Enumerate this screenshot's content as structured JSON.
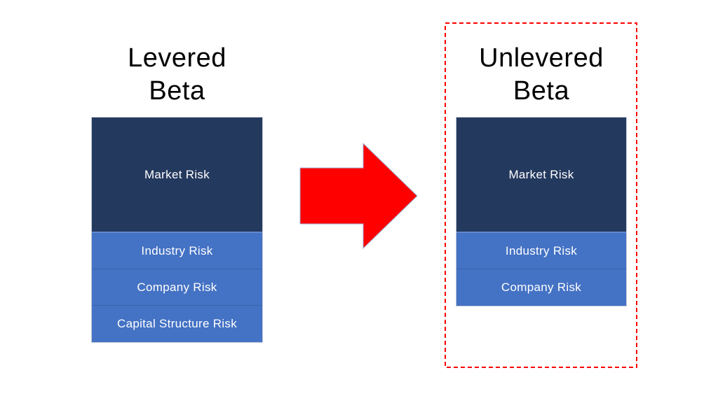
{
  "diagram": {
    "left": {
      "title": "Levered\nBeta",
      "segments": [
        {
          "label": "Market Risk"
        },
        {
          "label": "Industry Risk"
        },
        {
          "label": "Company Risk"
        },
        {
          "label": "Capital Structure Risk"
        }
      ]
    },
    "right": {
      "title": "Unlevered\nBeta",
      "segments": [
        {
          "label": "Market Risk"
        },
        {
          "label": "Industry Risk"
        },
        {
          "label": "Company Risk"
        }
      ]
    },
    "arrow": {
      "direction": "right"
    },
    "colors": {
      "background": "#FFFFFF",
      "title_text": "#000000",
      "market_risk_fill": "#24395E",
      "other_risk_fill": "#4472C4",
      "segment_divider": "#3A64AB",
      "segment_text": "#FFFFFF",
      "arrow_fill": "#FF0000",
      "arrow_outline": "#9DB3D8",
      "highlight_border": "#FF0000"
    }
  }
}
